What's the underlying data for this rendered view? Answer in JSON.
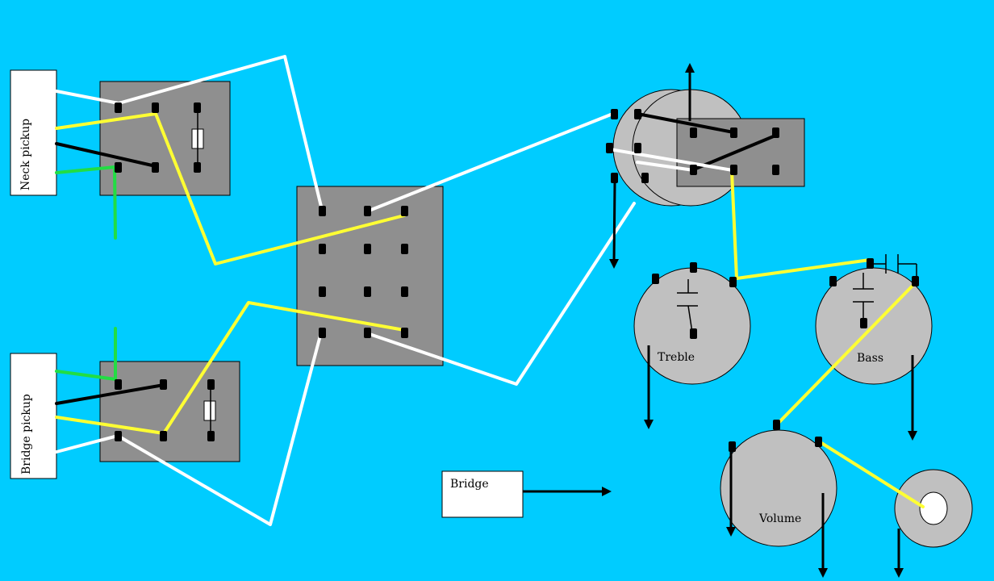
{
  "labels": {
    "neck_pickup": "Neck pickup",
    "bridge_pickup": "Bridge pickup",
    "bridge": "Bridge",
    "treble": "Treble",
    "bass": "Bass",
    "volume": "Volume"
  },
  "colors": {
    "background": "#00ccff",
    "white_wire": "#ffffff",
    "yellow_wire": "#ffff33",
    "black_wire": "#000000",
    "green_wire": "#22dd44",
    "switch_body": "#8f8f8f",
    "pot_body": "#c0c0c0"
  }
}
